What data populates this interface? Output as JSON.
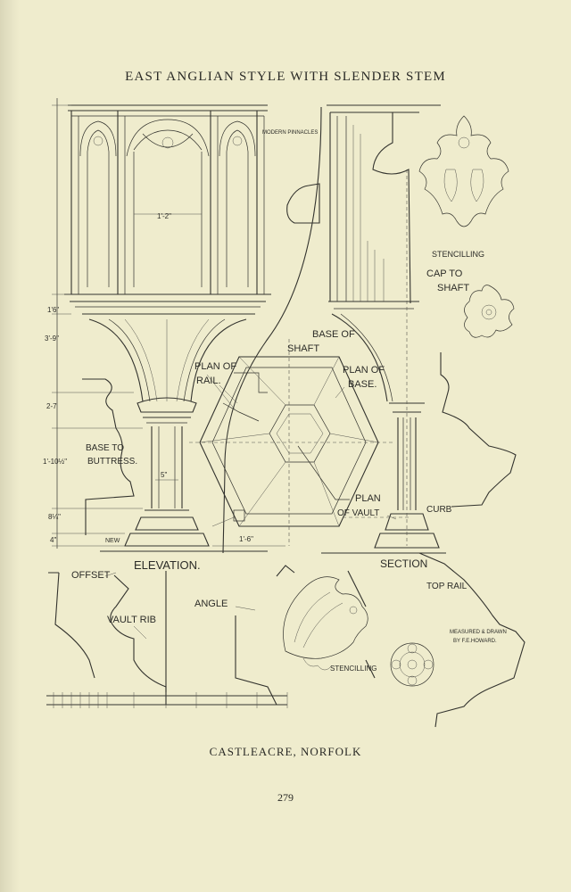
{
  "page": {
    "title": "EAST ANGLIAN STYLE WITH SLENDER STEM",
    "caption": "CASTLEACRE, NORFOLK",
    "page_number": "279"
  },
  "labels": {
    "modern_pinnacles": "MODERN PINNACLES",
    "stencilling_top": "STENCILLING",
    "cap_to_shaft_1": "CAP TO",
    "cap_to_shaft_2": "SHAFT",
    "base_of_shaft_1": "BASE OF",
    "base_of_shaft_2": "SHAFT",
    "plan_of_rail_1": "PLAN OF",
    "plan_of_rail_2": "RAIL.",
    "plan_of_base_1": "PLAN OF",
    "plan_of_base_2": "BASE.",
    "base_to_buttress_1": "BASE TO",
    "base_to_buttress_2": "BUTTRESS.",
    "plan_of_vault_1": "PLAN",
    "plan_of_vault_2": "OF VAULT",
    "curb": "CURB",
    "new": "NEW",
    "elevation": "ELEVATION.",
    "section": "SECTION",
    "offset": "OFFSET",
    "top_rail": "TOP RAIL",
    "vault_rib": "VAULT RIB",
    "angle": "ANGLE",
    "stencilling_bottom": "STENCILLING",
    "measured_1": "MEASURED & DRAWN",
    "measured_2": "BY F.E.HOWARD."
  },
  "dimensions": {
    "width_top": "1'-2\"",
    "d1": "1'6\"",
    "d2": "3'-9\"",
    "d3": "2-7",
    "d4": "1'-10½\"",
    "d5": "8¼\"",
    "d6": "4\"",
    "stem": "5\"",
    "base_w": "1'-6\""
  }
}
